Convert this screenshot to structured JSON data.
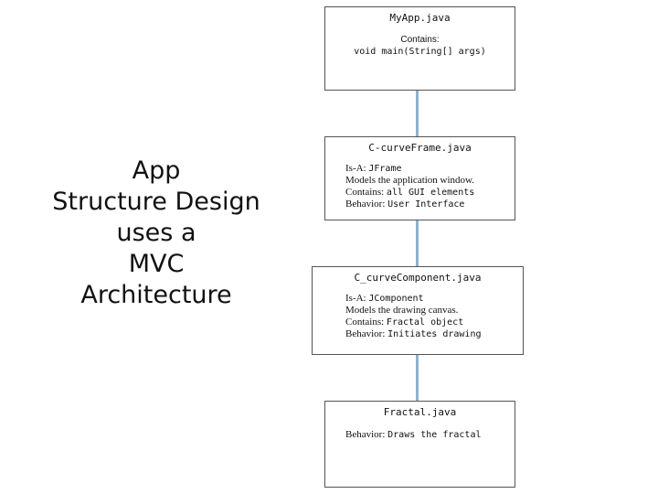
{
  "slide": {
    "title_lines": [
      "App",
      "Structure Design",
      "uses a",
      "MVC",
      "Architecture"
    ]
  },
  "diagram": {
    "myapp": {
      "title": "MyApp.java",
      "contains_label": "Contains:",
      "contains_value": "void main(String[] args)"
    },
    "frame": {
      "title": "C-curveFrame.java",
      "lines": [
        {
          "label": "Is-A: ",
          "value": "JFrame"
        },
        {
          "label": "Models the application window.",
          "value": ""
        },
        {
          "label": "Contains: ",
          "value": "all GUI elements"
        },
        {
          "label": "Behavior: ",
          "value": "User Interface"
        }
      ]
    },
    "component": {
      "title": "C_curveComponent.java",
      "lines": [
        {
          "label": "Is-A: ",
          "value": "JComponent"
        },
        {
          "label": "Models the drawing canvas.",
          "value": ""
        },
        {
          "label": "Contains: ",
          "value": "Fractal object"
        },
        {
          "label": "Behavior: ",
          "value": "Initiates drawing"
        }
      ]
    },
    "fractal": {
      "title": "Fractal.java",
      "lines": [
        {
          "label": "Behavior: ",
          "value": "Draws the fractal"
        }
      ]
    }
  }
}
